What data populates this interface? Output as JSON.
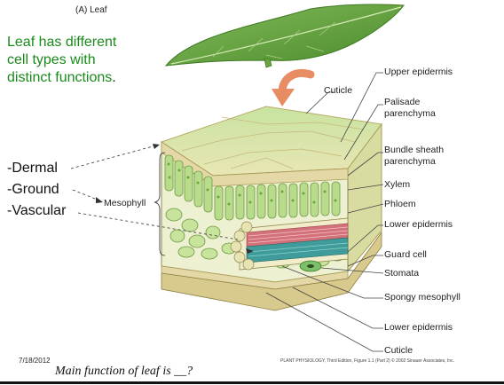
{
  "figure": {
    "title": "(A) Leaf",
    "credit": "PLANT PHYSIOLOGY, Third Edition, Figure 1.1 (Part 2) © 2002 Sinauer Associates, Inc."
  },
  "intro": {
    "text": "Leaf has different cell types with distinct functions",
    "period": "."
  },
  "tissue_types": {
    "dermal": "-Dermal",
    "ground": "-Ground",
    "vascular": "-Vascular"
  },
  "labels": {
    "cuticle_top": "Cuticle",
    "mesophyll": "Mesophyll",
    "upper_epidermis": "Upper epidermis",
    "palisade_1": "Palisade",
    "palisade_2": "parenchyma",
    "bundle_sheath_1": "Bundle sheath",
    "bundle_sheath_2": "parenchyma",
    "xylem": "Xylem",
    "phloem": "Phloem",
    "lower_epidermis_1": "Lower epidermis",
    "guard_cell": "Guard cell",
    "stomata": "Stomata",
    "spongy": "Spongy mesophyll",
    "lower_epidermis_2": "Lower epidermis",
    "cuticle_bottom": "Cuticle"
  },
  "footer": {
    "date": "7/18/2012",
    "question": "Main function of leaf is __?"
  },
  "colors": {
    "intro_text": "#1a8a1a",
    "leaf_green": "#5e9e3a",
    "epidermis": "#e4d9a6",
    "palisade": "#b9dc8c",
    "xylem": "#d2717a",
    "phloem": "#3f9c9a",
    "arrow": "#e88d63"
  }
}
